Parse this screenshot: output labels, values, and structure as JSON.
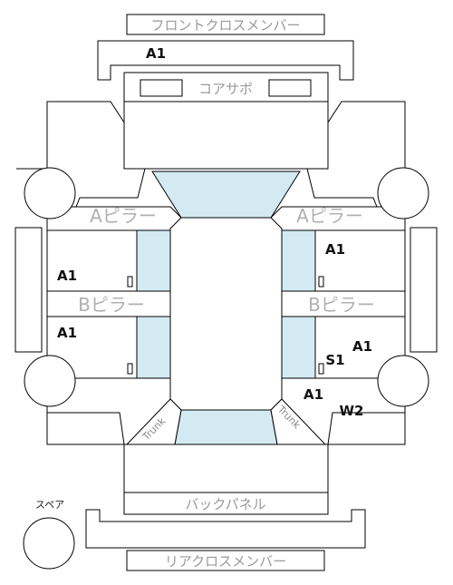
{
  "labels": {
    "front_cross_member": "フロントクロスメンバー",
    "core_support": "コアサポ",
    "a_pillar": "Aピラー",
    "b_pillar": "Bピラー",
    "back_panel": "バックパネル",
    "rear_cross_member": "リアクロスメンバー",
    "spare": "スペア",
    "trunk": "Trunk"
  },
  "codes": {
    "front_member": "A1",
    "left_front_door": "A1",
    "left_rear_door": "A1",
    "right_front_door": "A1",
    "right_rear_quarter": "A1",
    "right_rear_door_s1": "S1",
    "right_rear_fender": "A1",
    "right_rear_w2": "W2"
  },
  "colors": {
    "glass": "#d4eaf2",
    "outline": "#000000",
    "label_grey": "#b0b0b0"
  }
}
